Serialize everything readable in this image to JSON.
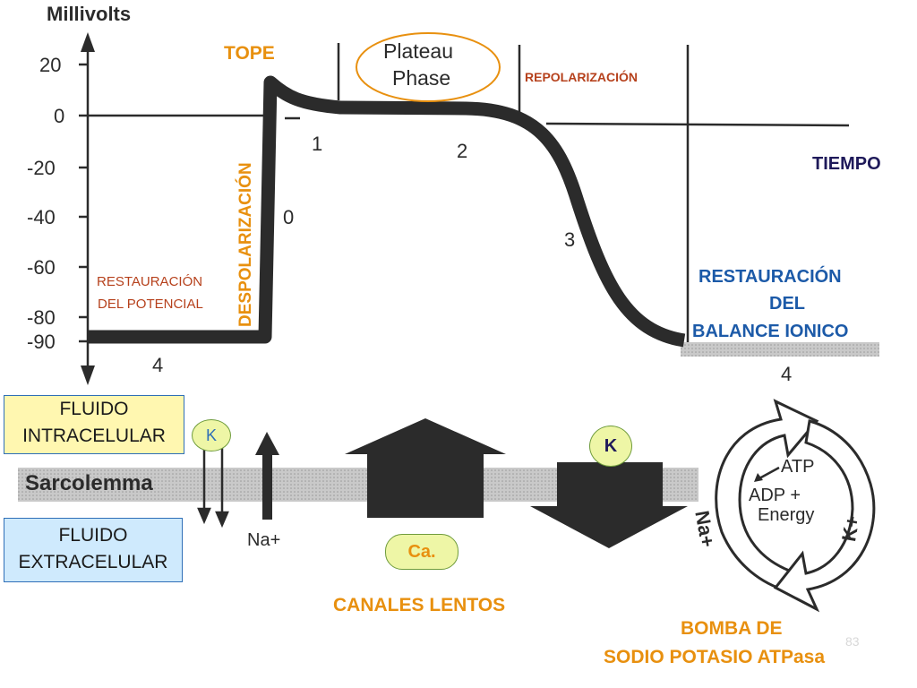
{
  "axis": {
    "ylabel": "Millivolts",
    "ticks": [
      "20",
      "0",
      "-20",
      "-40",
      "-60",
      "-80",
      "-90"
    ]
  },
  "graph_labels": {
    "peak": "TOPE",
    "plateau": "Plateau Phase",
    "plateau_line1": "Plateau",
    "plateau_line2": "Phase",
    "repolarization": "REPOLARIZACIÓN",
    "time": "TIEMPO",
    "depolarization": "DESPOLARIZACIÓN",
    "restore_potential_line1": "RESTAURACIÓN",
    "restore_potential_line2": "DEL POTENCIAL",
    "restore_balance_line1": "RESTAURACIÓN",
    "restore_balance_line2": "DEL",
    "restore_balance_line3": "BALANCE IONICO",
    "phase_0": "0",
    "phase_1": "1",
    "phase_2": "2",
    "phase_3": "3",
    "phase_4_left": "4",
    "phase_4_right": "4"
  },
  "membrane": {
    "sarcolemma": "Sarcolemma",
    "intracellular_line1": "FLUIDO",
    "intracellular_line2": "INTRACELULAR",
    "extracellular_line1": "FLUIDO",
    "extracellular_line2": "EXTRACELULAR",
    "k_small": "K",
    "k_badge": "K",
    "na": "Na+",
    "ca": "Ca.",
    "slow_channels": "CANALES LENTOS"
  },
  "pump": {
    "atp": "ATP",
    "adp_line1": "ADP +",
    "adp_line2": "Energy",
    "na": "Na+",
    "k": "K+",
    "title_line1": "BOMBA DE",
    "title_line2": "SODIO POTASIO ATPasa"
  },
  "slide_number": "83",
  "colors": {
    "orange": "#e8900f",
    "brown": "#b6411c",
    "blue": "#1c5aa8",
    "curve": "#2b2b2b",
    "intracellular_box": "#fff7b0",
    "extracellular_box": "#cfeafd",
    "ion_badge": "#eef6a6"
  }
}
